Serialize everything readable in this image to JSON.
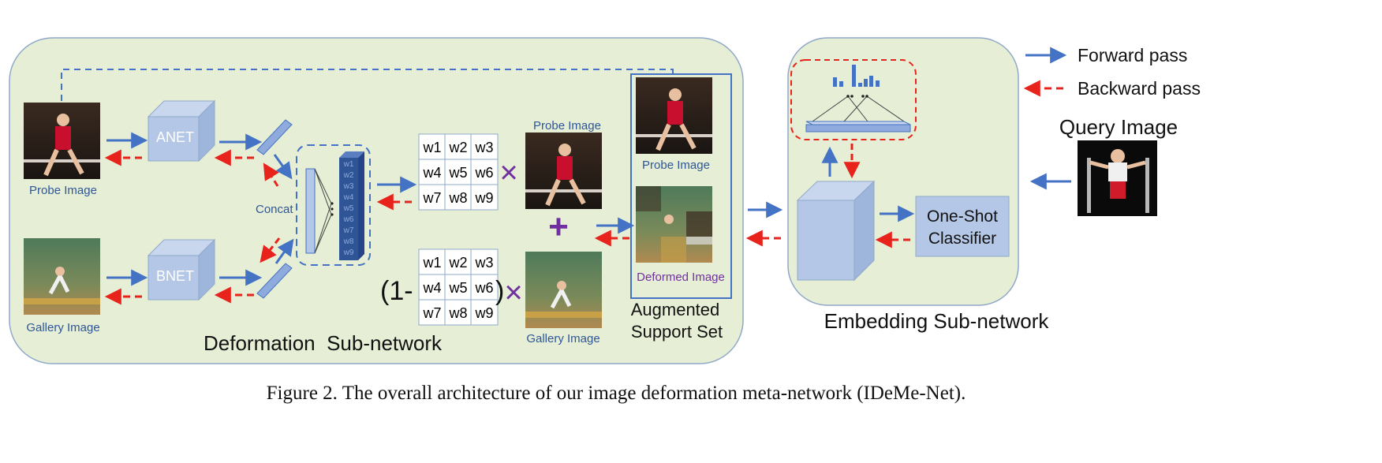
{
  "diagram": {
    "deformation": {
      "title": "Deformation  Sub-network",
      "probe_label": "Probe Image",
      "gallery_label": "Gallery Image",
      "anet_label": "ANET",
      "bnet_label": "BNET",
      "concat_label": "Concat",
      "weight_column": [
        "w1",
        "w2",
        "w3",
        "w4",
        "w5",
        "w6",
        "w7",
        "w8",
        "w9"
      ],
      "grid_top": [
        "w1",
        "w2",
        "w3",
        "w4",
        "w5",
        "w6",
        "w7",
        "w8",
        "w9"
      ],
      "grid_bottom": [
        "w1",
        "w2",
        "w3",
        "w4",
        "w5",
        "w6",
        "w7",
        "w8",
        "w9"
      ],
      "one_minus": "(1-",
      "close_paren": ")",
      "times_symbol": "×",
      "plus_symbol": "+",
      "mid_probe_label": "Probe Image",
      "mid_gallery_label": "Gallery Image"
    },
    "augmented": {
      "title_line1": "Augmented",
      "title_line2": "Support Set",
      "probe_label": "Probe Image",
      "deformed_label": "Deformed Image"
    },
    "embedding": {
      "title": "Embedding Sub-network",
      "classifier_line1": "One-Shot",
      "classifier_line2": "Classifier"
    },
    "query_label": "Query Image",
    "legend": {
      "forward": "Forward pass",
      "backward": "Backward pass"
    },
    "colors": {
      "panel_fill": "#e6efd6",
      "panel_stroke": "#8fa8c8",
      "arrow_forward": "#4472c4",
      "arrow_backward": "#e8231c",
      "box_fill": "#b4c7e7",
      "label_blue": "#2f5597",
      "label_purple": "#7030a0"
    }
  },
  "caption": "Figure 2. The overall architecture of our image deformation meta-network (IDeMe-Net)."
}
